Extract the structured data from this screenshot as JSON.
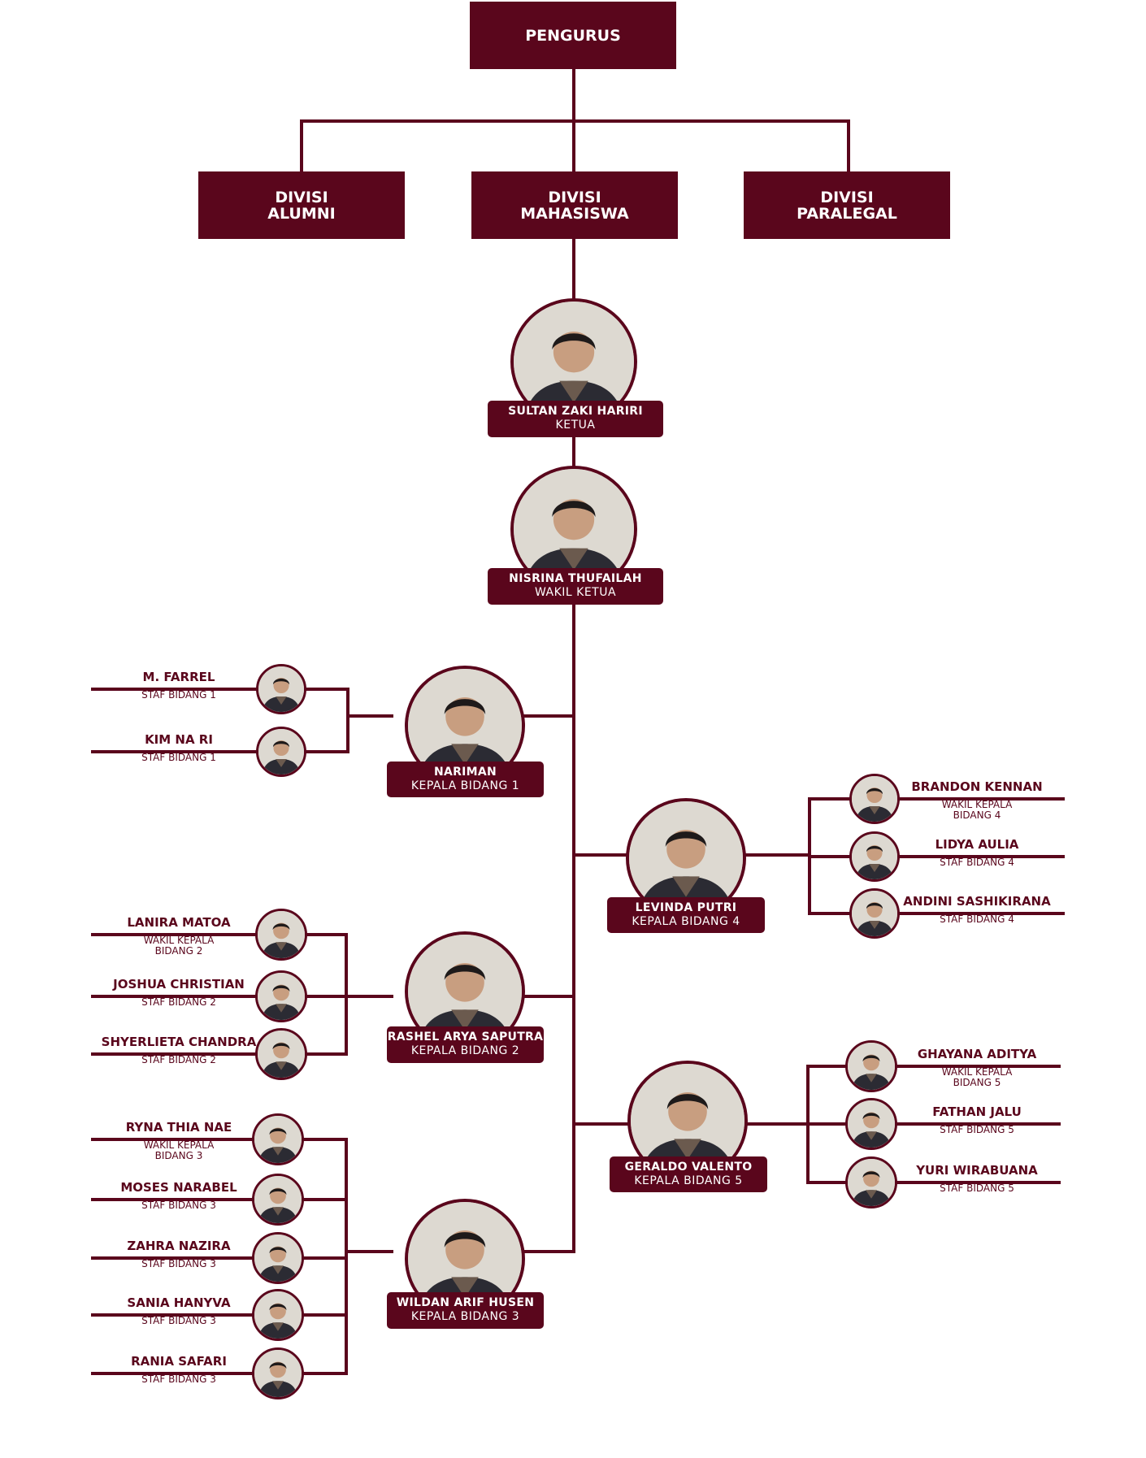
{
  "colors": {
    "accent": "#5a061c",
    "photo_bg": "#ddd9d1"
  },
  "top": {
    "line1": "PENGURUS",
    "line2": ""
  },
  "divisions": [
    {
      "key": "alumni",
      "line1": "DIVISI",
      "line2": "ALUMNI"
    },
    {
      "key": "mahasiswa",
      "line1": "DIVISI",
      "line2": "MAHASISWA"
    },
    {
      "key": "paralegal",
      "line1": "DIVISI",
      "line2": "PARALEGAL"
    }
  ],
  "heads": [
    {
      "key": "ketua",
      "name": "SULTAN ZAKI HARIRI",
      "role": "KETUA"
    },
    {
      "key": "wakil",
      "name": "NISRINA THUFAILAH",
      "role": "WAKIL KETUA"
    },
    {
      "key": "b1",
      "name": "NARIMAN",
      "role": "KEPALA BIDANG 1"
    },
    {
      "key": "b4",
      "name": "LEVINDA PUTRI",
      "role": "KEPALA BIDANG 4"
    },
    {
      "key": "b2",
      "name": "RASHEL ARYA SAPUTRA",
      "role": "KEPALA BIDANG 2"
    },
    {
      "key": "b5",
      "name": "GERALDO VALENTO",
      "role": "KEPALA BIDANG 5"
    },
    {
      "key": "b3",
      "name": "WILDAN ARIF HUSEN",
      "role": "KEPALA BIDANG 3"
    }
  ],
  "staff": [
    {
      "group": "b1",
      "name": "M. FARREL",
      "role": "STAF BIDANG 1"
    },
    {
      "group": "b1",
      "name": "KIM NA RI",
      "role": "STAF BIDANG 1"
    },
    {
      "group": "b4",
      "name": "BRANDON KENNAN",
      "role": "WAKIL KEPALA\nBIDANG 4"
    },
    {
      "group": "b4",
      "name": "LIDYA AULIA",
      "role": "STAF BIDANG 4"
    },
    {
      "group": "b4",
      "name": "ANDINI SASHIKIRANA",
      "role": "STAF BIDANG 4"
    },
    {
      "group": "b2",
      "name": "LANIRA MATOA",
      "role": "WAKIL KEPALA\nBIDANG 2"
    },
    {
      "group": "b2",
      "name": "JOSHUA CHRISTIAN",
      "role": "STAF BIDANG 2"
    },
    {
      "group": "b2",
      "name": "SHYERLIETA CHANDRA",
      "role": "STAF BIDANG 2"
    },
    {
      "group": "b5",
      "name": "GHAYANA ADITYA",
      "role": "WAKIL KEPALA\nBIDANG 5"
    },
    {
      "group": "b5",
      "name": "FATHAN JALU",
      "role": "STAF BIDANG 5"
    },
    {
      "group": "b5",
      "name": "YURI WIRABUANA",
      "role": "STAF BIDANG 5"
    },
    {
      "group": "b3",
      "name": "RYNA THIA NAE",
      "role": "WAKIL KEPALA\nBIDANG 3"
    },
    {
      "group": "b3",
      "name": "MOSES NARABEL",
      "role": "STAF BIDANG 3"
    },
    {
      "group": "b3",
      "name": "ZAHRA NAZIRA",
      "role": "STAF BIDANG 3"
    },
    {
      "group": "b3",
      "name": "SANIA HANYVA",
      "role": "STAF BIDANG 3"
    },
    {
      "group": "b3",
      "name": "RANIA SAFARI",
      "role": "STAF BIDANG 3"
    }
  ]
}
